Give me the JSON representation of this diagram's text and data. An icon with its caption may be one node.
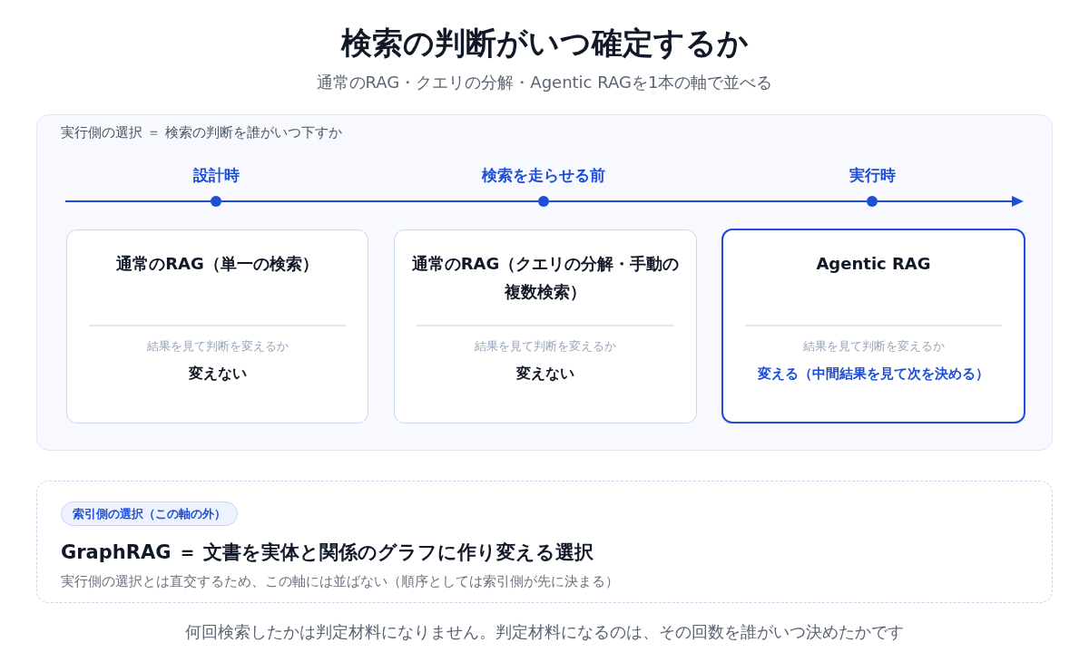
{
  "diagram": {
    "title": "検索の判断がいつ確定するか",
    "caption": "何回検索したかは判定材料になりません。判定材料になるのは、その回数を誰がいつ決めたかです",
    "nodes": [
      {
        "text": [
          "実行側の選択 ＝ 検索の判断を誰がいつ下すか"
        ]
      },
      {
        "text": [
          "通常のRAG（単一の検索）",
          "結果を見て判断を変えるか",
          "変えない"
        ],
        "in": 0
      },
      {
        "text": [
          "通常のRAG（クエリの分解・手動の複数検索）",
          "結果を見て判断を変えるか",
          "変えない"
        ],
        "in": 0
      },
      {
        "text": [
          "Agentic RAG",
          "結果を見て判断を変えるか",
          "変える（中間結果を見て次を決める）"
        ],
        "in": 0
      },
      {
        "text": [
          "GraphRAG ＝ 文書を実体と関係のグラフに作り変える選択",
          "実行側の選択とは直交するため、この軸には並ばない（順序としては索引側が先に決まる）"
        ]
      },
      {
        "text": [
          "索引側の選択（この軸の外）"
        ],
        "in": 4
      }
    ],
    "edges": [],
    "labels": [
      "通常のRAG・クエリの分解・Agentic RAGを1本の軸で並べる",
      "設計時",
      "検索を走らせる前",
      "実行時"
    ]
  }
}
